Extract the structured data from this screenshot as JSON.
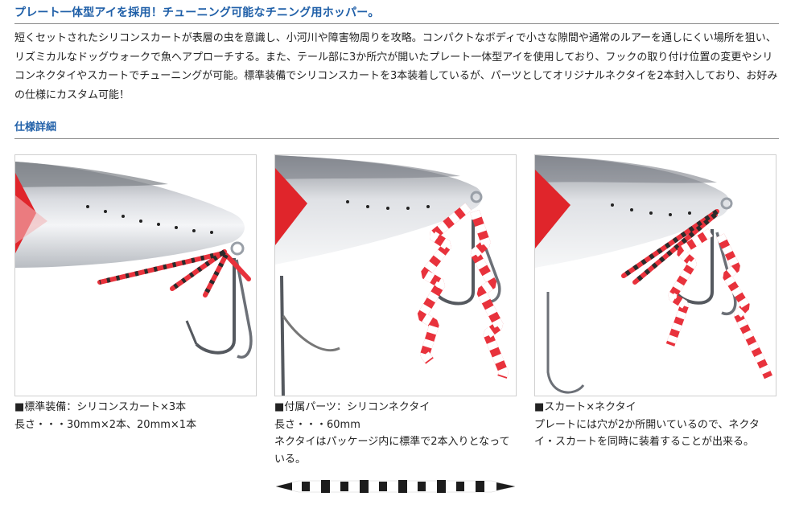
{
  "heading": "プレート一体型アイを採用！チューニング可能なチニング用ホッパー。",
  "description": "短くセットされたシリコンスカートが表層の虫を意識し、小河川や障害物周りを攻略。コンパクトなボディで小さな隙間や通常のルアーを通しにくい場所を狙い、リズミカルなドッグウォークで魚へアプローチする。また、テール部に3か所穴が開いたプレート一体型アイを使用しており、フックの取り付け位置の変更やシリコンネクタイやスカートでチューニングが可能。標準装備でシリコンスカートを3本装着しているが、パーツとしてオリジナルネクタイを2本封入しており、お好みの仕様にカスタム可能！",
  "section_title": "仕様詳細",
  "colors": {
    "heading": "#1f5fa8",
    "rule": "#8a8a8a",
    "lure_red": "#e0252b",
    "lure_silver": "#c9ccd1",
    "skirt_red": "#e8323c",
    "tie_stripe": "#2b2b2b"
  },
  "panels": [
    {
      "caption_title": "■標準装備：シリコンスカート×3本",
      "caption_lines": [
        "長さ・・・30mm×2本、20mm×1本"
      ]
    },
    {
      "caption_title": "■付属パーツ：シリコンネクタイ",
      "caption_lines": [
        "長さ・・・60mm",
        "ネクタイはパッケージ内に標準で2本入りとなっている。"
      ]
    },
    {
      "caption_title": "■スカート×ネクタイ",
      "caption_lines": [
        "プレートには穴が2か所開いているので、ネクタイ・スカートを同時に装着することが出来る。"
      ]
    }
  ]
}
